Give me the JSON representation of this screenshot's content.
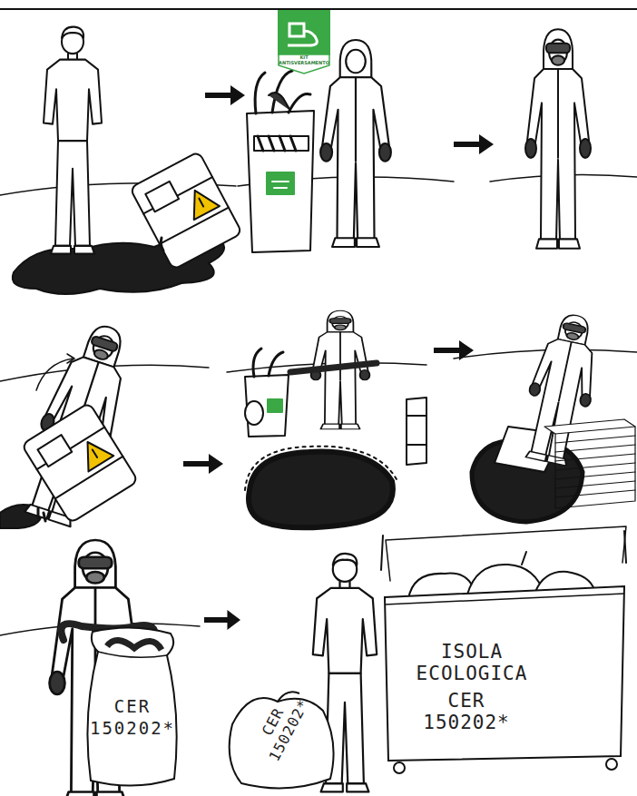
{
  "diagram": {
    "nodes": [
      {
        "text": [
          "KIT ANTISVERSAMENTO"
        ]
      },
      {
        "text": [
          "CER 150202*"
        ]
      },
      {
        "text": [
          "CER 150202*"
        ]
      },
      {
        "text": [
          "ISOLA ECOLOGICA",
          "CER 150202*"
        ]
      }
    ]
  }
}
